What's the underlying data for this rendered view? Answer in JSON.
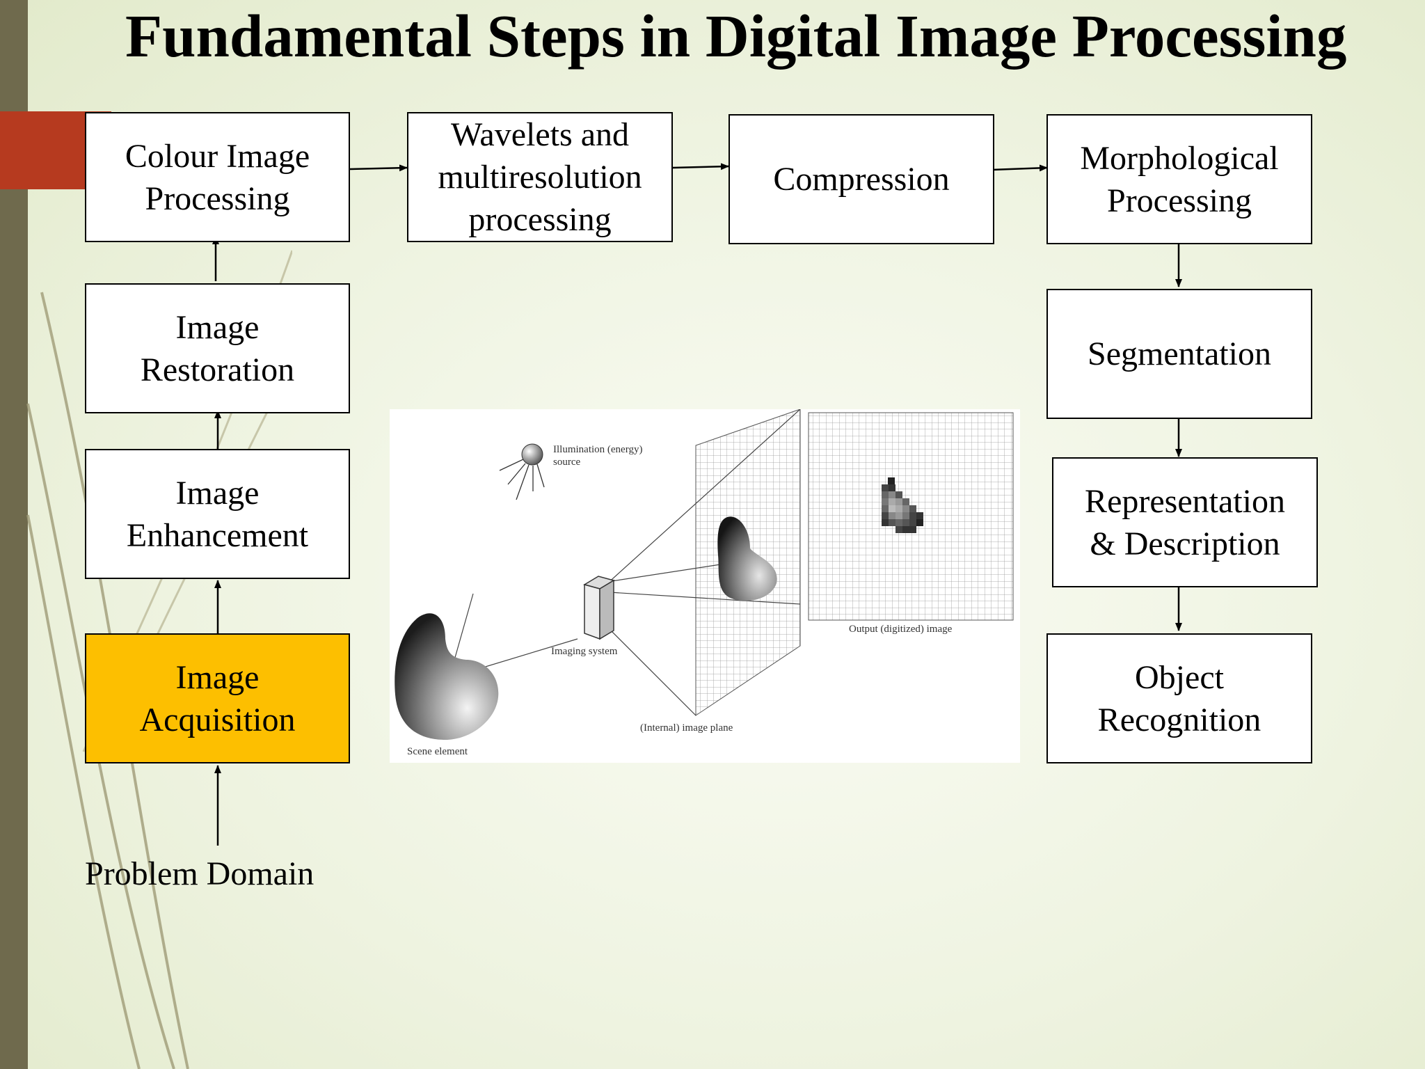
{
  "title": "Fundamental Steps in Digital Image Processing",
  "steps": {
    "colour_image_processing": "Colour Image\nProcessing",
    "wavelets": "Wavelets and\nmultiresolution\nprocessing",
    "compression": "Compression",
    "morphological_processing": "Morphological\nProcessing",
    "image_restoration": "Image\nRestoration",
    "segmentation": "Segmentation",
    "image_enhancement": "Image\nEnhancement",
    "representation_description": "Representation\n& Description",
    "image_acquisition": "Image\nAcquisition",
    "object_recognition": "Object\nRecognition"
  },
  "problem_domain": "Problem Domain",
  "illustration": {
    "illumination_source": [
      "Illumination (energy)",
      "source"
    ],
    "imaging_system": "Imaging system",
    "internal_image_plane": "(Internal) image plane",
    "output_image": "Output (digitized) image",
    "scene_element": "Scene element"
  },
  "colors": {
    "highlight_box": "#fdbf00",
    "left_band": "#6f6a4d",
    "red_accent": "#b63a1f",
    "background": "#eef3e0"
  }
}
